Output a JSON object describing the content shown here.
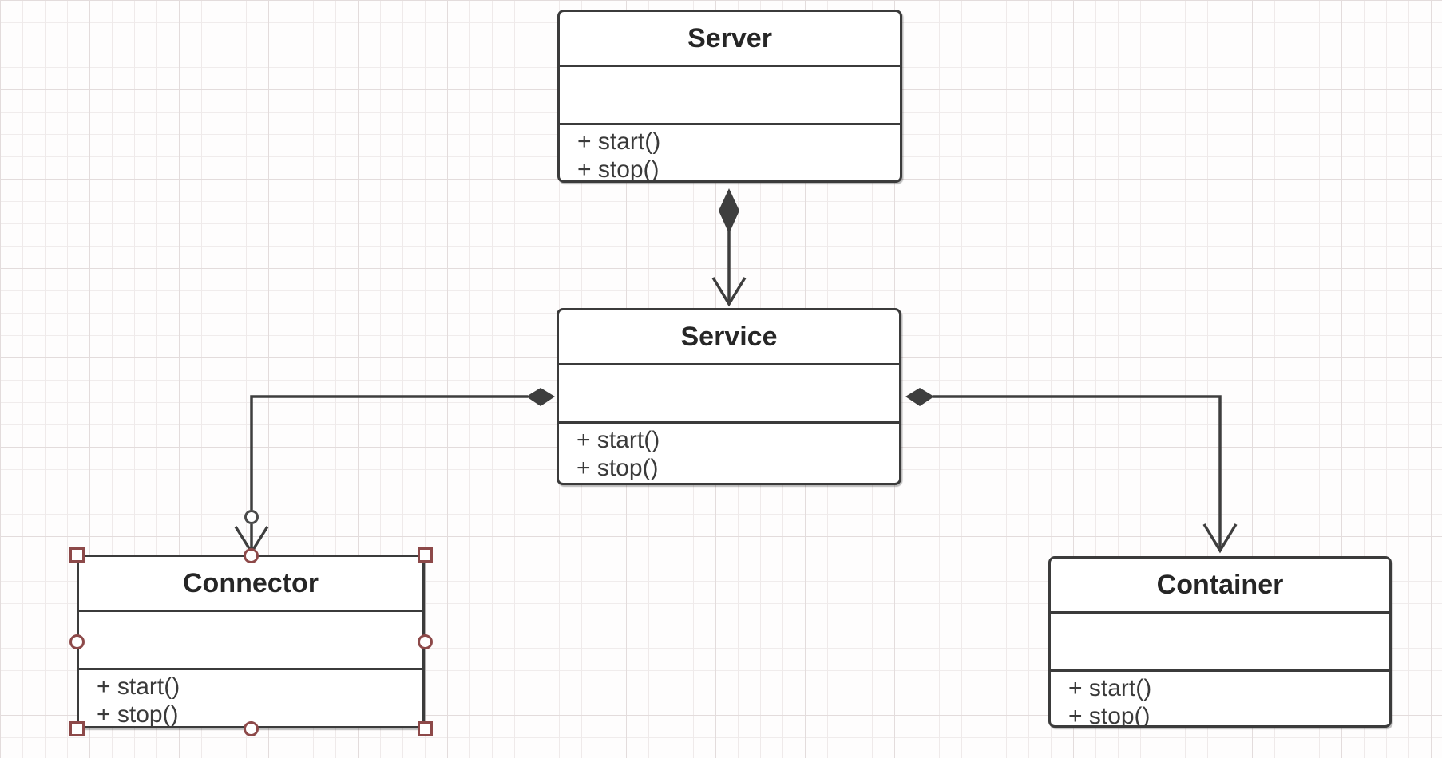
{
  "diagram": {
    "classes": {
      "server": {
        "name": "Server",
        "attributes": "",
        "methods": [
          "+ start()",
          "+ stop()"
        ]
      },
      "service": {
        "name": "Service",
        "attributes": "",
        "methods": [
          "+ start()",
          "+ stop()"
        ]
      },
      "connector": {
        "name": "Connector",
        "attributes": "",
        "methods": [
          "+ start()",
          "+ stop()"
        ],
        "selected": true
      },
      "container": {
        "name": "Container",
        "attributes": "",
        "methods": [
          "+ start()",
          "+ stop()"
        ]
      }
    },
    "relationships": [
      {
        "from": "Server",
        "to": "Service",
        "type": "composition",
        "end_marker": "open-arrow"
      },
      {
        "from": "Service",
        "to": "Connector",
        "type": "composition",
        "end_marker": "open-arrow"
      },
      {
        "from": "Service",
        "to": "Container",
        "type": "composition",
        "end_marker": "open-arrow"
      }
    ],
    "colors": {
      "box_border": "#3b3b3b",
      "box_fill": "#ffffff",
      "line": "#3e3e3e",
      "selection_handle": "#8d4949",
      "grid_minor": "#efeaea",
      "grid_major": "#e3dcdc"
    }
  }
}
